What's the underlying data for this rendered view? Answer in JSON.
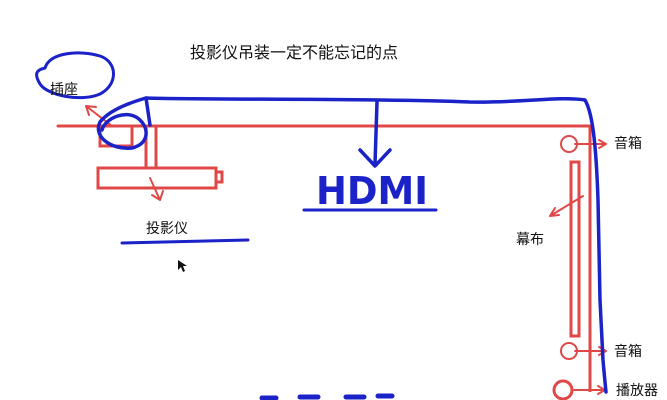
{
  "title": "投影仪吊装一定不能忘记的点",
  "labels": {
    "socket": "插座",
    "projector": "投影仪",
    "hdmi": "HDMI",
    "speaker_top": "音箱",
    "screen": "幕布",
    "speaker_bottom": "音箱",
    "player": "播放器"
  },
  "colors": {
    "wall_and_devices": "#e04848",
    "cable_and_handwriting": "#1a22c8",
    "text": "#111111"
  },
  "icons": {
    "cursor": "mouse-pointer-icon"
  }
}
